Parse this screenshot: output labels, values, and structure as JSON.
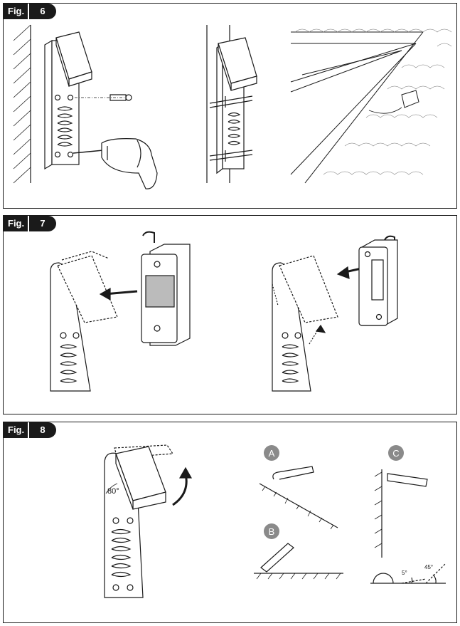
{
  "figures": [
    {
      "prefix": "Fig.",
      "number": "6"
    },
    {
      "prefix": "Fig.",
      "number": "7"
    },
    {
      "prefix": "Fig.",
      "number": "8"
    }
  ],
  "fig8": {
    "angle_label": "80°",
    "variant_a": "A",
    "variant_b": "B",
    "variant_c": "C",
    "angle_small": "5°",
    "angle_large": "45°"
  }
}
